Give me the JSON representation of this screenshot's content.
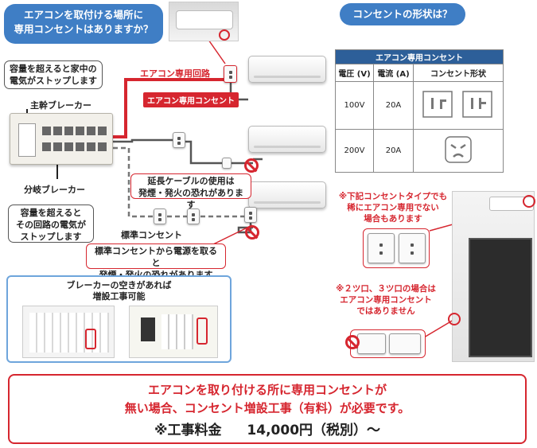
{
  "question_left": "エアコンを取付ける場所に\n専用コンセントはありますか？",
  "question_right": "コンセントの形状は？",
  "callout_main": "容量を超えると家中の\n電気がストップします",
  "label_main_breaker": "主幹ブレーカー",
  "label_branch_breaker": "分岐ブレーカー",
  "callout_branch": "容量を超えると\nその回路の電気が\nストップします",
  "label_ac_circuit": "エアコン専用回路",
  "label_ac_outlet": "エアコン専用コンセント",
  "warning_extension": "延長ケーブルの使用は\n発煙・発火の恐れがあります",
  "label_standard_outlet": "標準コンセント",
  "warning_standard": "標準コンセントから電源を取ると\n発煙・発火の恐れがあります",
  "breaker_box_title": "ブレーカーの空きがあれば\n増設工事可能",
  "table": {
    "title": "エアコン専用コンセント",
    "columns": [
      "電圧 (V)",
      "電流 (A)",
      "コンセント形状"
    ],
    "rows": [
      {
        "voltage": "100V",
        "current": "20A"
      },
      {
        "voltage": "200V",
        "current": "20A"
      }
    ]
  },
  "note_1": "※下記コンセントタイプでも\n稀にエアコン専用でない\n場合もあります",
  "note_2": "※２ツ口、３ツ口の場合は\nエアコン専用コンセント\nではありません",
  "bottom_line1": "エアコンを取り付ける所に専用コンセントが",
  "bottom_line2": "無い場合、コンセント増設工事（有料）が必要です。",
  "bottom_line3_prefix": "※工事料金",
  "bottom_price": "14,000円（税別）〜",
  "colors": {
    "accent_blue": "#3f7ec5",
    "accent_red": "#d6262f",
    "table_head": "#2d5f99"
  }
}
